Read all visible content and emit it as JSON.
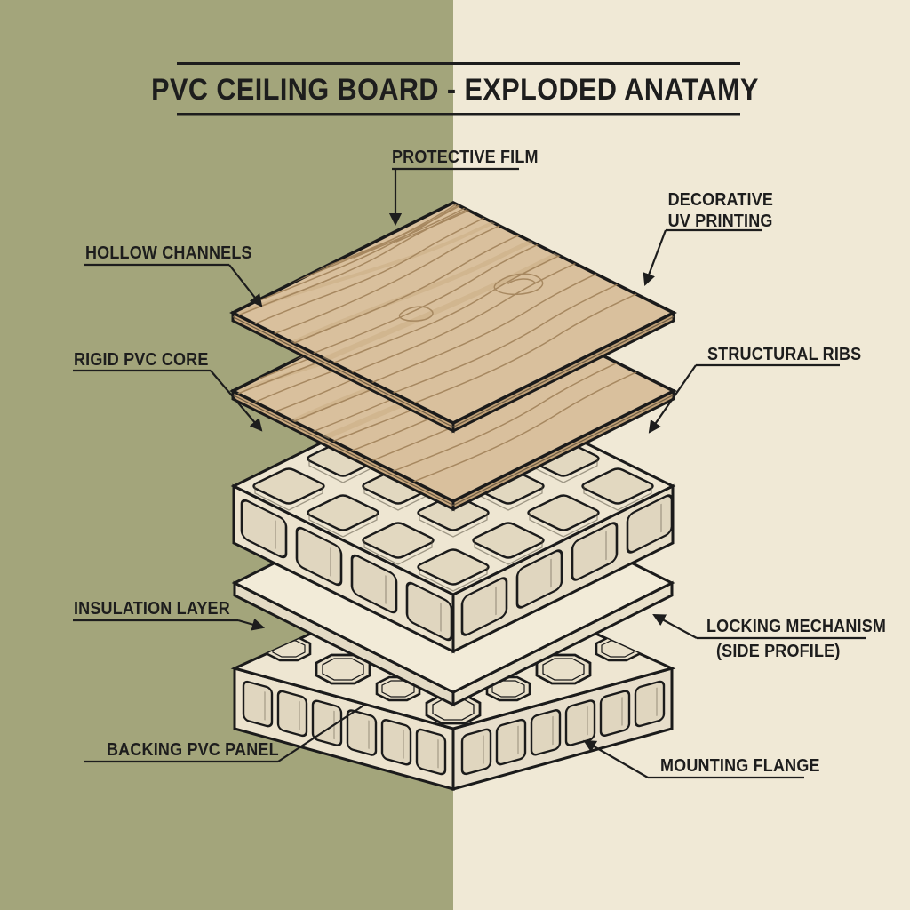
{
  "title": "PVC CEILING BOARD - EXPLODED ANATAMY",
  "labels": {
    "protective_film": "PROTECTIVE FILM",
    "decorative_uv_line1": "DECORATIVE",
    "decorative_uv_line2": "UV PRINTING",
    "hollow_channels": "HOLLOW CHANNELS",
    "rigid_pvc_core": "RIGID PVC CORE",
    "structural_ribs": "STRUCTURAL RIBS",
    "insulation_layer": "INSULATION LAYER",
    "locking_mechanism_line1": "LOCKING MECHANISM",
    "locking_mechanism_line2": "(SIDE PROFILE)",
    "backing_pvc_panel": "BACKING PVC PANEL",
    "mounting_flange": "MOUNTING FLANGE"
  },
  "colors": {
    "background_left": "#a3a57b",
    "background_right": "#f0e9d6",
    "ink": "#1d1d1d",
    "wood_top": "#d9c09d",
    "wood_grain": "#a1825a",
    "wood_edge_left": "#c9a87e",
    "wood_edge_right": "#bfa077",
    "panel_cream": "#eee6d2",
    "wall_cream": "#ece3ce",
    "cell_interior": "#e2d8c0",
    "insulation_top": "#f2ebd8"
  }
}
